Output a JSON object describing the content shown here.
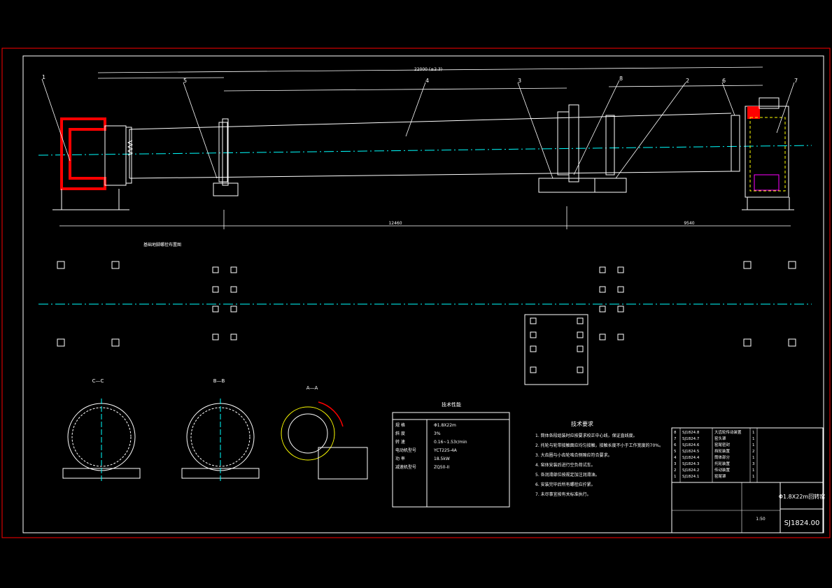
{
  "drawing": {
    "title_block": {
      "name": "Φ1.8X22m回转窑",
      "drawing_no": "SJ1824.00",
      "scale": "1:50",
      "parts_list": [
        {
          "no": "8",
          "code": "SJ1824.8",
          "name": "大齿轮传动装置",
          "qty": "1"
        },
        {
          "no": "7",
          "code": "SJ1824.7",
          "name": "窑头罩",
          "qty": "1"
        },
        {
          "no": "6",
          "code": "SJ1824.6",
          "name": "窑尾密封",
          "qty": "1"
        },
        {
          "no": "5",
          "code": "SJ1824.5",
          "name": "挡轮装置",
          "qty": "2"
        },
        {
          "no": "4",
          "code": "SJ1824.4",
          "name": "筒体部分",
          "qty": "1"
        },
        {
          "no": "3",
          "code": "SJ1824.3",
          "name": "托轮装置",
          "qty": "3"
        },
        {
          "no": "2",
          "code": "SJ1824.2",
          "name": "传动装置",
          "qty": "1"
        },
        {
          "no": "1",
          "code": "SJ1824.1",
          "name": "窑尾罩",
          "qty": "1"
        }
      ]
    },
    "tech_params": {
      "title": "技术性能",
      "rows": [
        {
          "k": "规 格",
          "v": "Φ1.8X22m"
        },
        {
          "k": "斜 度",
          "v": "3%"
        },
        {
          "k": "转 速",
          "v": "0.16~1.53r/min"
        },
        {
          "k": "电动机型号",
          "v": "YCT225-4A"
        },
        {
          "k": "功 率",
          "v": "18.5kW"
        },
        {
          "k": "减速机型号",
          "v": "ZQ50-II"
        }
      ]
    },
    "tech_req": {
      "title": "技术要求",
      "items": [
        "1. 筒体各段组装时应按要求校正中心线，保证直线度。",
        "2. 托轮与轮带接触面应均匀接触，接触长度不小于工作宽度的70%。",
        "3. 大齿圈与小齿轮啮合侧隙应符合要求。",
        "4. 窑体安装后进行空负荷试车。",
        "5. 各润滑部位按规定加注润滑油。",
        "6. 安装完毕后所有螺栓应拧紧。",
        "7. 未尽事宜按有关标准执行。"
      ]
    },
    "section_labels": {
      "cc": "C—C",
      "bb": "B—B",
      "aa": "A—A"
    },
    "labels": {
      "foundation": "基础地脚螺栓布置图",
      "total_length": "22000 (±2.3)",
      "dim_a": "12460",
      "dim_b": "9540"
    },
    "callouts": [
      "1",
      "5",
      "4",
      "3",
      "8",
      "2",
      "6",
      "7"
    ],
    "colors": {
      "frame": "#ff0000",
      "line": "#ffffff",
      "center": "#00ffff",
      "dim": "#00ff00",
      "hatch": "#ff0000",
      "accent": "#ffff00",
      "magenta": "#ff00ff"
    }
  }
}
